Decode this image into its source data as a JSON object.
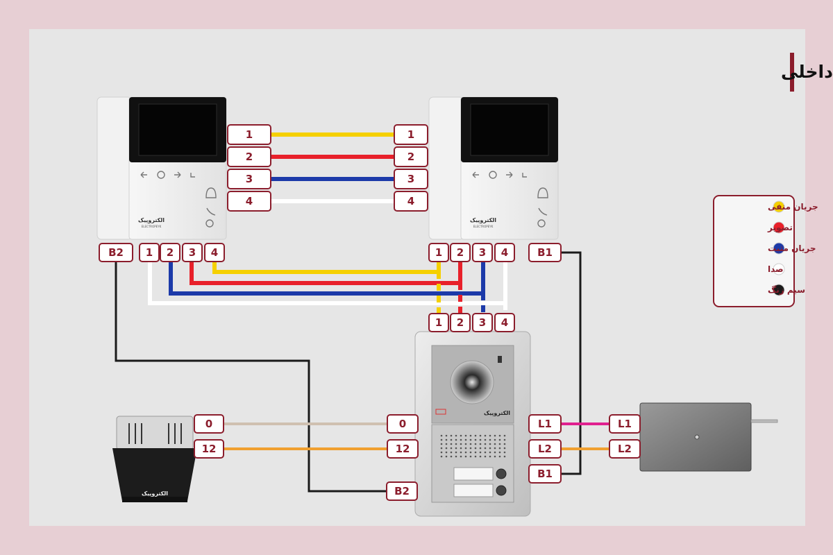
{
  "title": "نقشه سیم‌کشی آیفون تصویری الکتروپیک با سیستم ارتباط داخلی",
  "colors": {
    "wire_1": "#f5d000",
    "wire_2": "#e8202a",
    "wire_3": "#1c3aa9",
    "wire_4": "#ffffff",
    "bell": "#1a1a1a",
    "power_0": "#cfc0b0",
    "power_12": "#f0a030",
    "lock_L1": "#e0208f",
    "lock_L2": "#f0a030",
    "accent": "#8b1d2c"
  },
  "legend": [
    {
      "label": "جریان منفی",
      "color": "#f5d000"
    },
    {
      "label": "تصویر",
      "color": "#e8202a"
    },
    {
      "label": "جریان مثبت",
      "color": "#1c3aa9"
    },
    {
      "label": "صدا",
      "color": "#ffffff"
    },
    {
      "label": "سیم زنگ",
      "color": "#1a1a1a"
    }
  ],
  "monitor_left": {
    "brand": "الکتروپیک",
    "brand_sub": "ELECTROPEYK",
    "icons": [
      "arrow-left-icon",
      "gear-icon",
      "arrow-right-icon",
      "key-icon",
      "bell-icon",
      "phone-icon",
      "circle-icon"
    ],
    "side_terminals": [
      "1",
      "2",
      "3",
      "4"
    ],
    "bottom_terminals": [
      "B2",
      "1",
      "2",
      "3",
      "4"
    ]
  },
  "monitor_right": {
    "brand": "الکتروپیک",
    "brand_sub": "ELECTROPEYK",
    "icons": [
      "arrow-left-icon",
      "gear-icon",
      "arrow-right-icon",
      "key-icon",
      "bell-icon",
      "phone-icon",
      "circle-icon"
    ],
    "side_terminals": [
      "1",
      "2",
      "3",
      "4"
    ],
    "bottom_terminals": [
      "1",
      "2",
      "3",
      "4",
      "B1"
    ]
  },
  "door_panel": {
    "brand": "الکتروپیک",
    "top_terminals": [
      "1",
      "2",
      "3",
      "4"
    ],
    "left_terminals": [
      "0",
      "12",
      "B2"
    ],
    "right_terminals": [
      "L1",
      "L2",
      "B1"
    ]
  },
  "power_supply": {
    "brand": "الکتروپیک",
    "terminals": [
      "0",
      "12"
    ]
  },
  "lock": {
    "terminals": [
      "L1",
      "L2"
    ]
  }
}
